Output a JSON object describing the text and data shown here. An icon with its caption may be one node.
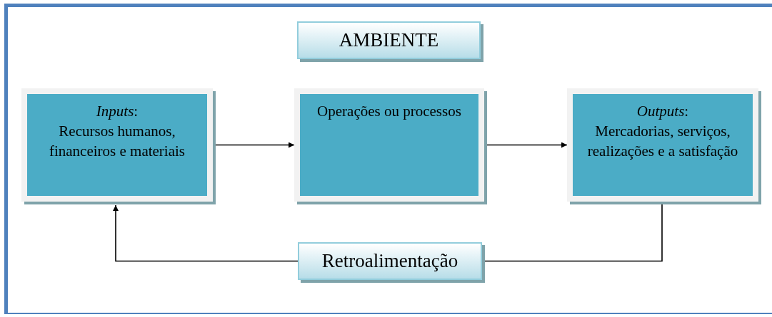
{
  "diagram": {
    "nodes": [
      {
        "text": [
          "AMBIENTE"
        ]
      },
      {
        "text": [
          "*Inputs*:",
          "Recursos humanos, financeiros e materiais"
        ]
      },
      {
        "text": [
          "Operações ou processos"
        ]
      },
      {
        "text": [
          "*Outputs*:",
          "Mercadorias, serviços, realizações e a satisfação"
        ]
      },
      {
        "text": [
          "Retroalimentação"
        ]
      }
    ],
    "edges": [
      {
        "from": 1,
        "to": 2,
        "arrow": "to"
      },
      {
        "from": 2,
        "to": 3,
        "arrow": "to"
      },
      {
        "from": 3,
        "to": 4,
        "arrow": "none"
      },
      {
        "from": 4,
        "to": 1,
        "arrow": "to"
      }
    ]
  }
}
